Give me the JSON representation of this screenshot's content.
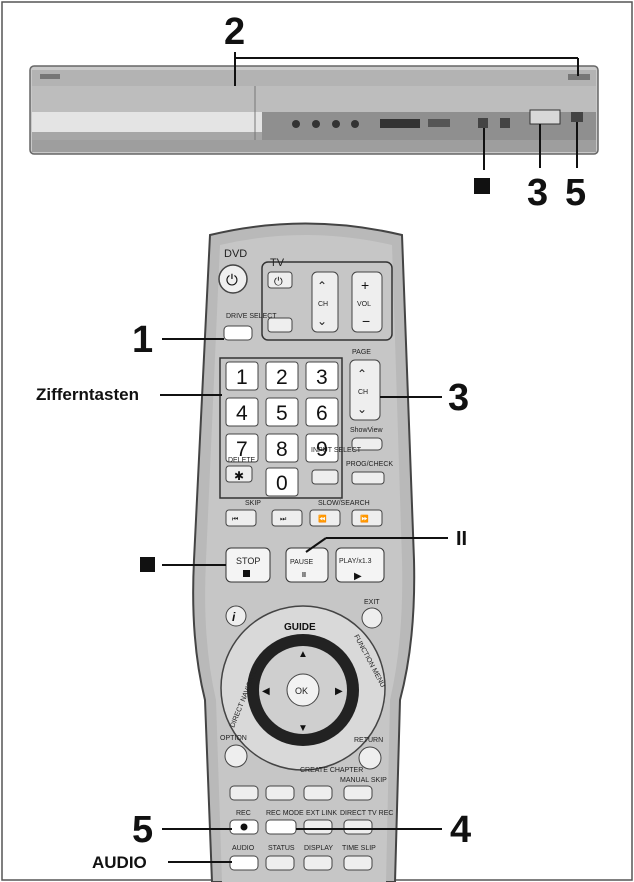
{
  "callouts": {
    "top_drive": "2",
    "front_three": "3",
    "front_five": "5",
    "remote_one": "1",
    "remote_three": "3",
    "remote_five": "5",
    "remote_four": "4",
    "pause_symbol": "II"
  },
  "labels": {
    "zifferntasten": "Zifferntasten",
    "audio": "AUDIO"
  },
  "remote": {
    "dvd": "DVD",
    "tv": "TV",
    "ch": "CH",
    "vol": "VOL",
    "drive_select": "DRIVE SELECT",
    "keys": [
      "1",
      "2",
      "3",
      "4",
      "5",
      "6",
      "7",
      "8",
      "9",
      "0"
    ],
    "page": "PAGE",
    "showview": "ShowView",
    "delete": "DELETE",
    "input_select": "INPUT SELECT",
    "prog_check": "PROG/CHECK",
    "skip": "SKIP",
    "slow_search": "SLOW/SEARCH",
    "stop": "STOP",
    "pause": "PAUSE",
    "play": "PLAY/x1.3",
    "exit": "EXIT",
    "guide": "GUIDE",
    "direct_navigator": "DIRECT NAVIGATOR",
    "function_menu": "FUNCTION MENU",
    "ok": "OK",
    "option": "OPTION",
    "return": "RETURN",
    "create_chapter": "CREATE CHAPTER",
    "manual_skip": "MANUAL SKIP",
    "rec": "REC",
    "rec_mode": "REC MODE",
    "ext_link": "EXT LINK",
    "direct_tv_rec": "DIRECT TV REC",
    "audio": "AUDIO",
    "status": "STATUS",
    "display": "DISPLAY",
    "time_slip": "TIME SLIP"
  }
}
